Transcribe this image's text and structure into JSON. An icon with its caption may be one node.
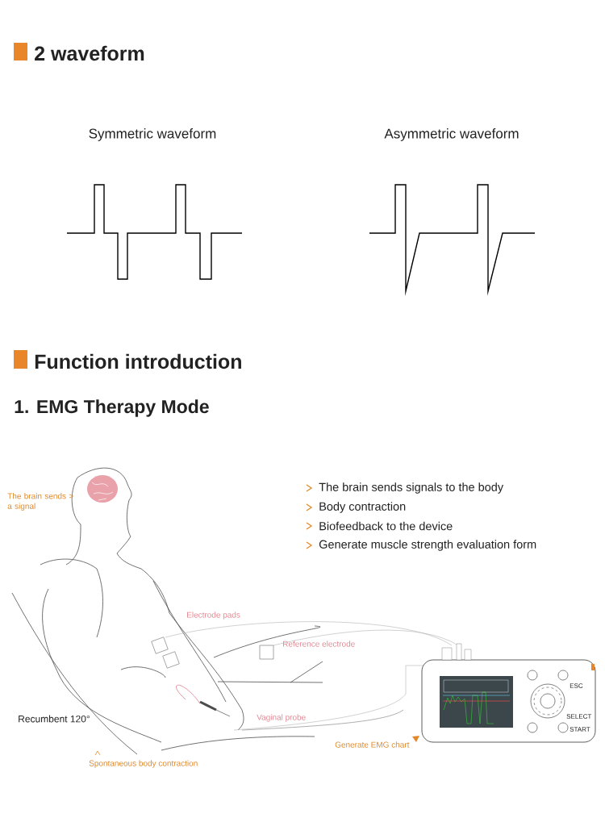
{
  "diagram": {
    "labels": [
      "2 waveform",
      "Symmetric waveform",
      "Asymmetric waveform",
      "Function introduction",
      "1. EMG Therapy Mode",
      "The brain sends > a signal",
      "The brain sends signals to the body",
      "Body contraction",
      "Biofeedback to the device",
      "Generate muscle strength evaluation form",
      "Electrode pads",
      "Reference electrode",
      "Recumbent 120°",
      "Vaginal probe",
      "Generate EMG chart",
      "Spontaneous body contraction",
      "ESC",
      "SELECT",
      "START"
    ]
  }
}
